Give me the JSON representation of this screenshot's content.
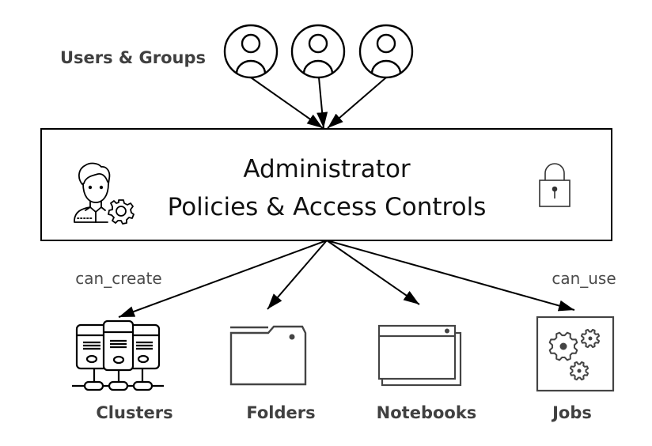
{
  "diagram": {
    "source_group": {
      "label": "Users & Groups",
      "users": [
        {
          "icon": "user-icon"
        },
        {
          "icon": "user-icon"
        },
        {
          "icon": "user-icon"
        }
      ]
    },
    "admin_box": {
      "title": "Administrator",
      "subtitle": "Policies & Access Controls",
      "left_icon": "admin-settings-icon",
      "right_icon": "lock-icon"
    },
    "permissions": {
      "left": "can_create",
      "right": "can_use"
    },
    "resources": [
      {
        "label": "Clusters",
        "icon": "server-cluster-icon"
      },
      {
        "label": "Folders",
        "icon": "folder-icon"
      },
      {
        "label": "Notebooks",
        "icon": "notebook-window-icon"
      },
      {
        "label": "Jobs",
        "icon": "gears-icon"
      }
    ],
    "colors": {
      "stroke": "#000000",
      "icon_gray": "#444444",
      "label_gray": "#404040"
    }
  }
}
